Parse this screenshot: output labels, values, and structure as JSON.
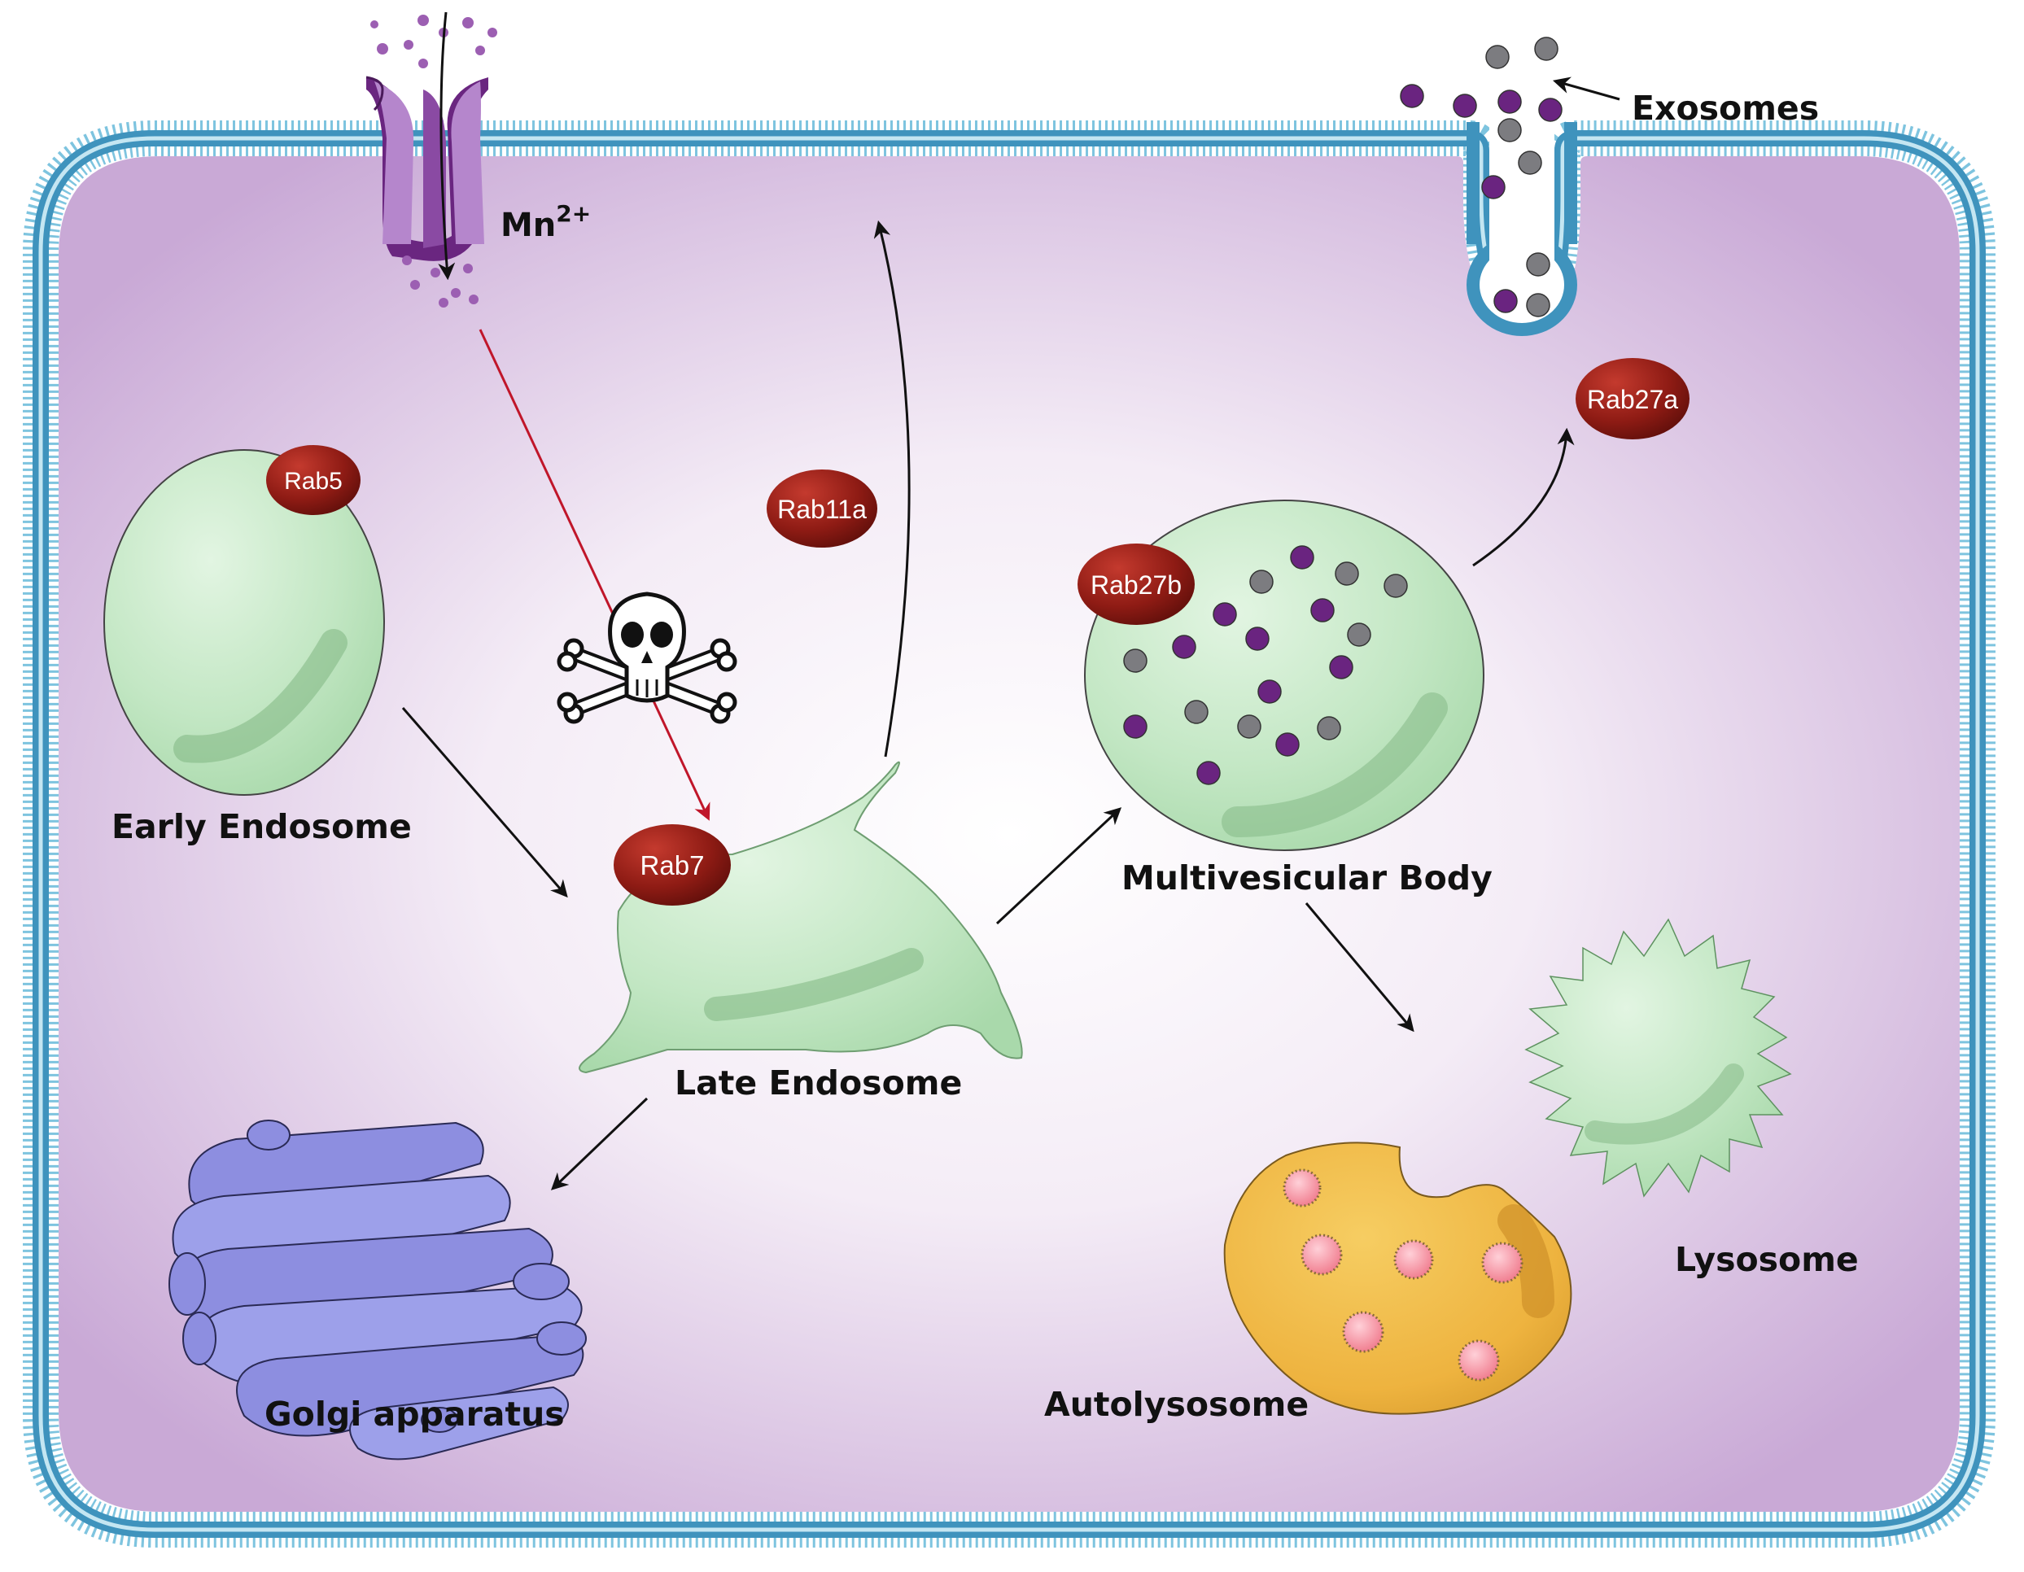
{
  "labels": {
    "mn": "Mn",
    "mn_charge": "2+",
    "exosomes": "Exosomes",
    "early_endosome": "Early Endosome",
    "late_endosome": "Late Endosome",
    "multivesicular_body": "Multivesicular Body",
    "golgi": "Golgi apparatus",
    "autolysosome": "Autolysosome",
    "lysosome": "Lysosome"
  },
  "rab_proteins": {
    "rab5": "Rab5",
    "rab11a": "Rab11a",
    "rab7": "Rab7",
    "rab27b": "Rab27b",
    "rab27a": "Rab27a"
  },
  "colors": {
    "cytoplasm": "#d9c3e3",
    "membrane": "#4a9fc4",
    "endosome_fill": "#c6e9c8",
    "rab_fill": "#8e1b14",
    "channel": "#8d4aa3",
    "golgi": "#8d8ee0",
    "autolysosome": "#f0b944",
    "inhibition_arrow": "#c0162a",
    "purple_vesicle": "#6a2480",
    "gray_vesicle": "#7c7c80"
  }
}
